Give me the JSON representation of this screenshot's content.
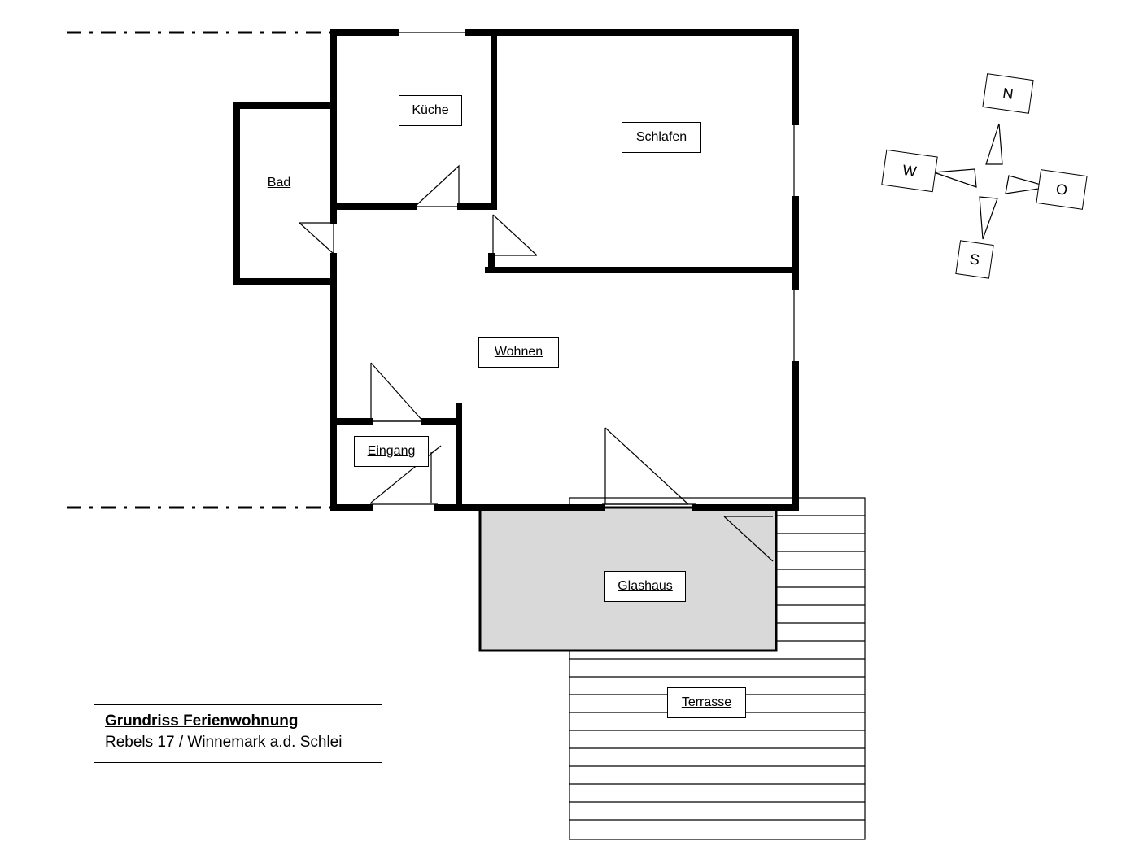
{
  "rooms": {
    "kueche": "Küche",
    "schlafen": "Schlafen",
    "bad": "Bad",
    "wohnen": "Wohnen",
    "eingang": "Eingang",
    "glashaus": "Glashaus",
    "terrasse": "Terrasse"
  },
  "compass": {
    "north": "N",
    "west": "W",
    "east": "O",
    "south": "S"
  },
  "title": {
    "main": "Grundriss Ferienwohnung",
    "sub": "Rebels 17 / Winnemark a.d. Schlei"
  },
  "colors": {
    "glashaus_fill": "#d9d9d9",
    "wall": "#000000"
  }
}
